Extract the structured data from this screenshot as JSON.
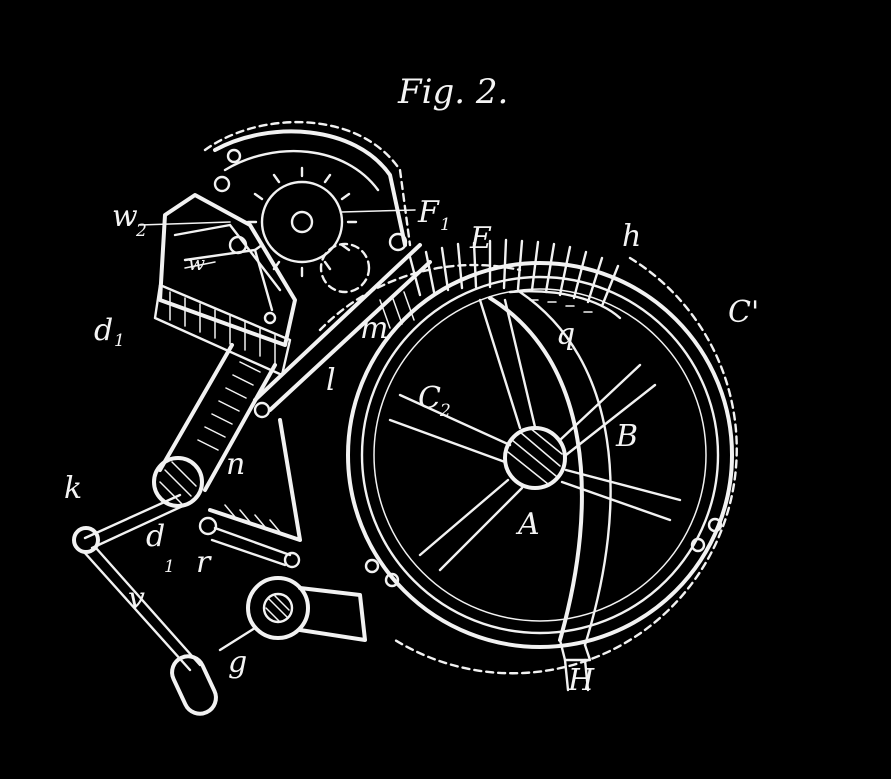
{
  "figure": {
    "title": "Fig. 2."
  },
  "labels": {
    "F1": "F",
    "F1_sub": "1",
    "E": "E",
    "h": "h",
    "C1": "C'",
    "w2": "w",
    "w2_sub": "2",
    "w": "w",
    "d1_top": "d",
    "d1_top_sub": "1",
    "m": "m",
    "q": "q",
    "l": "l",
    "C2": "C",
    "C2_sub": "2",
    "B": "B",
    "A": "A",
    "k": "k",
    "n": "n",
    "d1_bottom": "d",
    "d1_bottom_sub": "1",
    "r": "r",
    "v": "v",
    "g": "g",
    "H": "H"
  },
  "colors": {
    "background": "#000000",
    "ink": "#f2f2f2"
  }
}
